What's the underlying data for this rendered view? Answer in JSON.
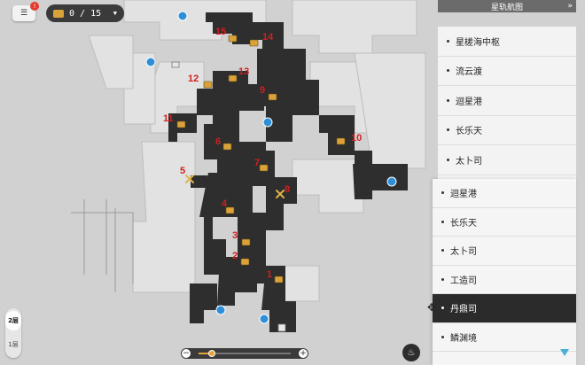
{
  "top": {
    "menu_badge": "!",
    "menu_icon": "list-icon"
  },
  "chest_counter": {
    "text": "0 / 15",
    "icon": "chest-icon"
  },
  "nav": {
    "header_title": "星轨航图",
    "chevron": "»"
  },
  "area_list": [
    {
      "label": "星槎海中枢"
    },
    {
      "label": "流云渡"
    },
    {
      "label": "迴星港"
    },
    {
      "label": "长乐天"
    },
    {
      "label": "太卜司"
    }
  ],
  "area_list_focused": [
    {
      "label": "迴星港"
    },
    {
      "label": "长乐天"
    },
    {
      "label": "太卜司"
    },
    {
      "label": "工造司"
    },
    {
      "label": "丹鼎司",
      "selected": true
    },
    {
      "label": "鳞渊境"
    }
  ],
  "floors": [
    {
      "label": "2层",
      "active": true
    },
    {
      "label": "1层"
    }
  ],
  "zoom": {
    "minus": "−",
    "plus": "+",
    "level": 0.14
  },
  "colors": {
    "marker_red": "#d21f1f",
    "chest_gold": "#d9a33a",
    "teleport_blue": "#2e8fd8",
    "floor_dark": "#2e2e2e"
  },
  "map_markers": [
    {
      "label": "1",
      "type": "chest"
    },
    {
      "label": "2",
      "type": "chest"
    },
    {
      "label": "3",
      "type": "chest"
    },
    {
      "label": "4",
      "type": "chest"
    },
    {
      "label": "5",
      "type": "chest"
    },
    {
      "label": "6",
      "type": "chest"
    },
    {
      "label": "7",
      "type": "chest"
    },
    {
      "label": "8",
      "type": "chest"
    },
    {
      "label": "9",
      "type": "chest"
    },
    {
      "label": "10",
      "type": "chest"
    },
    {
      "label": "11",
      "type": "chest"
    },
    {
      "label": "12",
      "type": "chest"
    },
    {
      "label": "13",
      "type": "chest"
    },
    {
      "label": "14",
      "type": "chest"
    },
    {
      "label": "15",
      "type": "chest"
    }
  ]
}
